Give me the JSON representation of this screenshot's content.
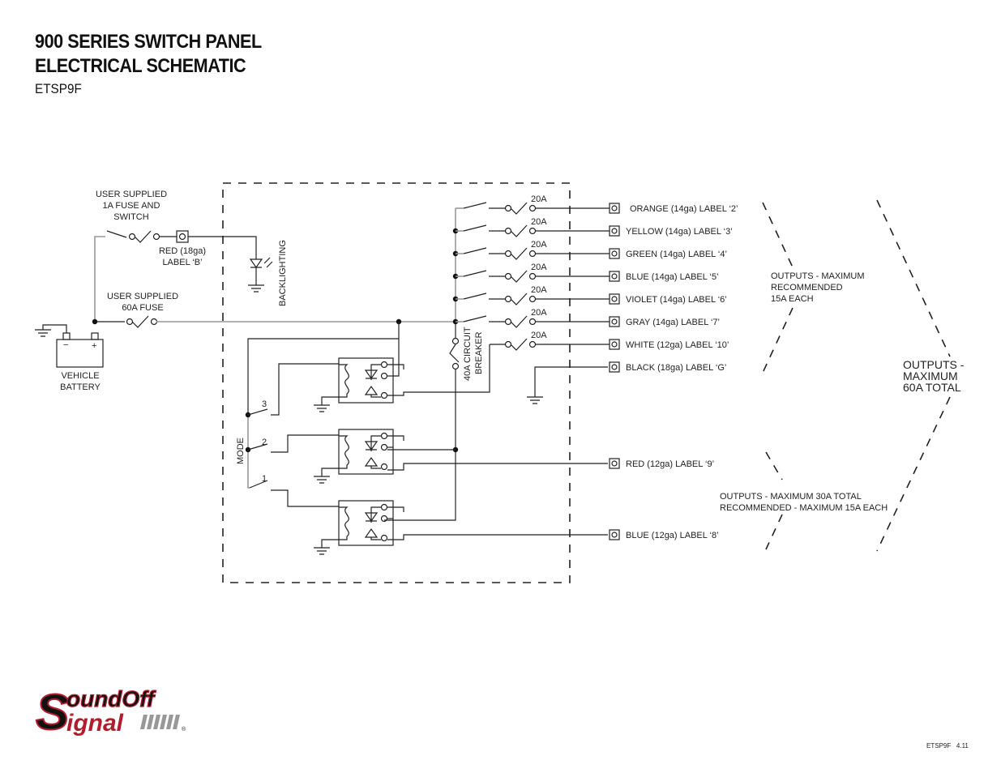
{
  "header": {
    "title_line1": "900 SERIES SWITCH PANEL",
    "title_line2": "ELECTRICAL SCHEMATIC",
    "part_number": "ETSP9F"
  },
  "left": {
    "switch_label": [
      "USER SUPPLIED",
      "1A FUSE AND",
      "SWITCH"
    ],
    "red_wire": [
      "RED (18ga)",
      "LABEL ‘B’"
    ],
    "fuse_label": [
      "USER SUPPLIED",
      "60A FUSE"
    ],
    "battery": [
      "VEHICLE",
      "BATTERY"
    ],
    "battery_neg": "−",
    "battery_pos": "+",
    "backlighting": "BACKLIGHTING"
  },
  "panel": {
    "mode": "MODE",
    "mode_positions": [
      "3",
      "2",
      "1"
    ],
    "breaker": [
      "40A CIRCUIT",
      "BREAKER"
    ],
    "fuse_rating": "20A"
  },
  "outputs": [
    {
      "label": "ORANGE (14ga) LABEL ‘2’"
    },
    {
      "label": "YELLOW (14ga) LABEL ‘3’"
    },
    {
      "label": "GREEN (14ga) LABEL ‘4’"
    },
    {
      "label": "BLUE (14ga) LABEL ‘5’"
    },
    {
      "label": "VIOLET (14ga) LABEL ‘6’"
    },
    {
      "label": "GRAY (14ga) LABEL ‘7’"
    },
    {
      "label": "WHITE (12ga) LABEL ‘10’"
    },
    {
      "label": "BLACK (18ga) LABEL ‘G’"
    },
    {
      "label": "RED (12ga) LABEL ‘9’"
    },
    {
      "label": "BLUE (12ga) LABEL ‘8’"
    }
  ],
  "notes": {
    "group1": [
      "OUTPUTS - MAXIMUM",
      "RECOMMENDED",
      "15A EACH"
    ],
    "group_total": [
      "OUTPUTS -",
      "MAXIMUM",
      "60A TOTAL"
    ],
    "group2": [
      "OUTPUTS - MAXIMUM 30A TOTAL",
      "RECOMMENDED - MAXIMUM 15A EACH"
    ]
  },
  "logo": {
    "text": "SoundOff Signal",
    "brand_color": "#b01e2e"
  },
  "footer": {
    "code": "ETSP9F",
    "version": "4.11"
  }
}
